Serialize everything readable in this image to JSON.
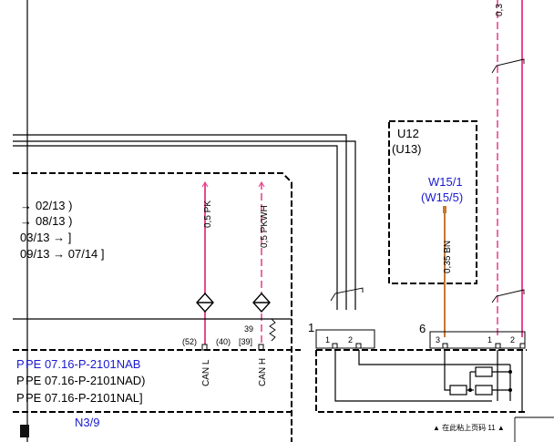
{
  "top_right_label": "0,3",
  "box_u12": {
    "name": "U12",
    "alt": "(U13)"
  },
  "ground": {
    "name": "W15/1",
    "alt": "(W15/5)"
  },
  "wire_labels": {
    "pk": "0,5 PK",
    "pkwh": "0,5 PKWH",
    "bn": "0,35 BN"
  },
  "revisions": [
    {
      "arrow": "→",
      "text": "02/13 )"
    },
    {
      "arrow": "→",
      "text": "08/13 )"
    },
    {
      "arrow": "",
      "text": "03/13 → ]"
    },
    {
      "arrow": "",
      "text": "09/13 →  07/14 ]"
    }
  ],
  "pins": {
    "p52": "(52)",
    "p40": "(40)",
    "p39": "[39]",
    "n39": "39"
  },
  "connector_labels": {
    "left": "1",
    "mid": "6",
    "c1": "1",
    "c2": "2",
    "c3": "3",
    "c1b": "1",
    "c2b": "2"
  },
  "can_labels": {
    "can_l": "CAN L",
    "can_h": "CAN H"
  },
  "module": {
    "name": "N3/9",
    "refs": [
      "PE 07.16-P-2101NAB",
      "PE 07.16-P-2101NAD)",
      "PE 07.16-P-2101NAL]"
    ],
    "ref_marks": [
      "Ρ",
      "Ρ",
      "Ρ"
    ]
  },
  "footer": {
    "text": "▲ 在此粘上页码 11 ▲"
  },
  "colors": {
    "pink": "#e8488f",
    "brown": "#c87830",
    "blue": "#1a1ad0"
  }
}
